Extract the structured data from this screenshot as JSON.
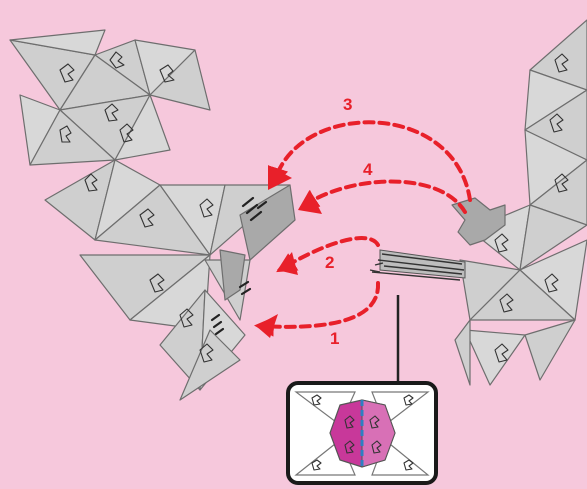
{
  "colors": {
    "background": "#f6c8dc",
    "module_fill": "#cfcfcf",
    "module_stroke": "#6e6e6e",
    "arrow": "#e8202a",
    "label": "#e8202a",
    "inset_border": "#1a1a1a",
    "inset_magenta": "#c8389a",
    "inset_blue": "#2d7fc1"
  },
  "steps": [
    {
      "label": "1"
    },
    {
      "label": "2"
    },
    {
      "label": "3"
    },
    {
      "label": "4"
    }
  ],
  "icons": {
    "connector": "clip-connector-icon",
    "hinge_marks": "hinge-mark-icon",
    "inset": "joint-detail-inset"
  }
}
